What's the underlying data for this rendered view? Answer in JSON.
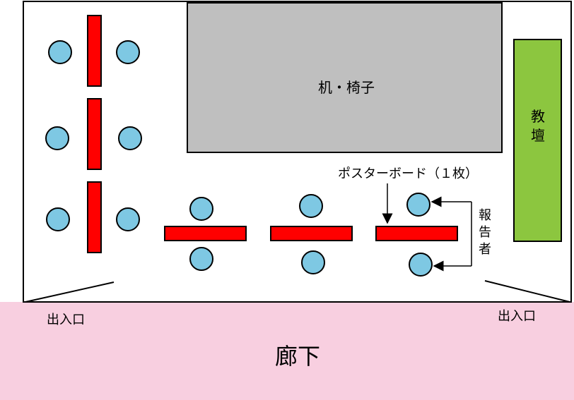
{
  "labels": {
    "desks_chairs": "机・椅子",
    "podium": "教壇",
    "poster_board": "ポスターボード（１枚）",
    "presenter": "報告者",
    "entrance_left": "出入口",
    "entrance_right": "出入口",
    "corridor": "廊下"
  },
  "colors": {
    "room_border": "#000000",
    "desk_area": "#bfbfbf",
    "podium": "#8cc63f",
    "poster_board": "#ff0000",
    "chair": "#7ec8e3",
    "corridor": "#f8cfe0"
  },
  "icons": {
    "chair": "circle",
    "poster_board": "rectangle",
    "arrow": "arrow"
  }
}
